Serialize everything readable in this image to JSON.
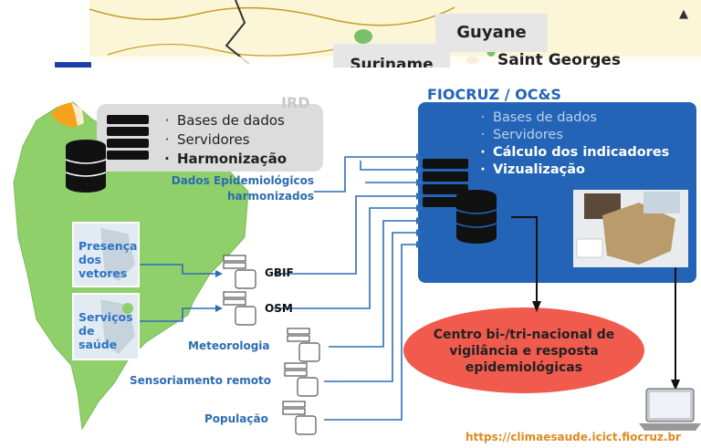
{
  "top_map": {
    "guyane": "Guyane",
    "suriname": "Suriname",
    "saint_georges": "Saint Georges"
  },
  "ird": {
    "title": "IRD",
    "items": [
      "Bases de dados",
      "Servidores",
      "Harmonização"
    ]
  },
  "fiocruz": {
    "title": "FIOCRUZ / OC&S",
    "items": [
      "Bases de dados",
      "Servidores",
      "Cálculo dos indicadores",
      "Vizualização"
    ]
  },
  "labels": {
    "dados_epidemiologicos": [
      "Dados Epidemiológicos",
      "harmonizados"
    ],
    "presenca": [
      "Presença",
      "dos",
      "vetores"
    ],
    "servicos": [
      "Serviços",
      "de",
      "saúde"
    ],
    "gbif": "GBIF",
    "osm": "OSM",
    "meteorologia": "Meteorologia",
    "sensoriamento": "Sensoriamento remoto",
    "populacao": "População"
  },
  "centro": [
    "Centro bi-/tri-nacional de",
    "vigilância e resposta",
    "epidemiológicas"
  ],
  "url": "https://climaesaude.icict.fiocruz.br",
  "colors": {
    "fiocruz_blue": "#2464b6",
    "map_green": "#8fd06a",
    "oval_red": "#f05b4e",
    "ird_gray": "#dcdcdc",
    "link_orange": "#e08a1e",
    "arrow_blue": "#2f6db5"
  }
}
